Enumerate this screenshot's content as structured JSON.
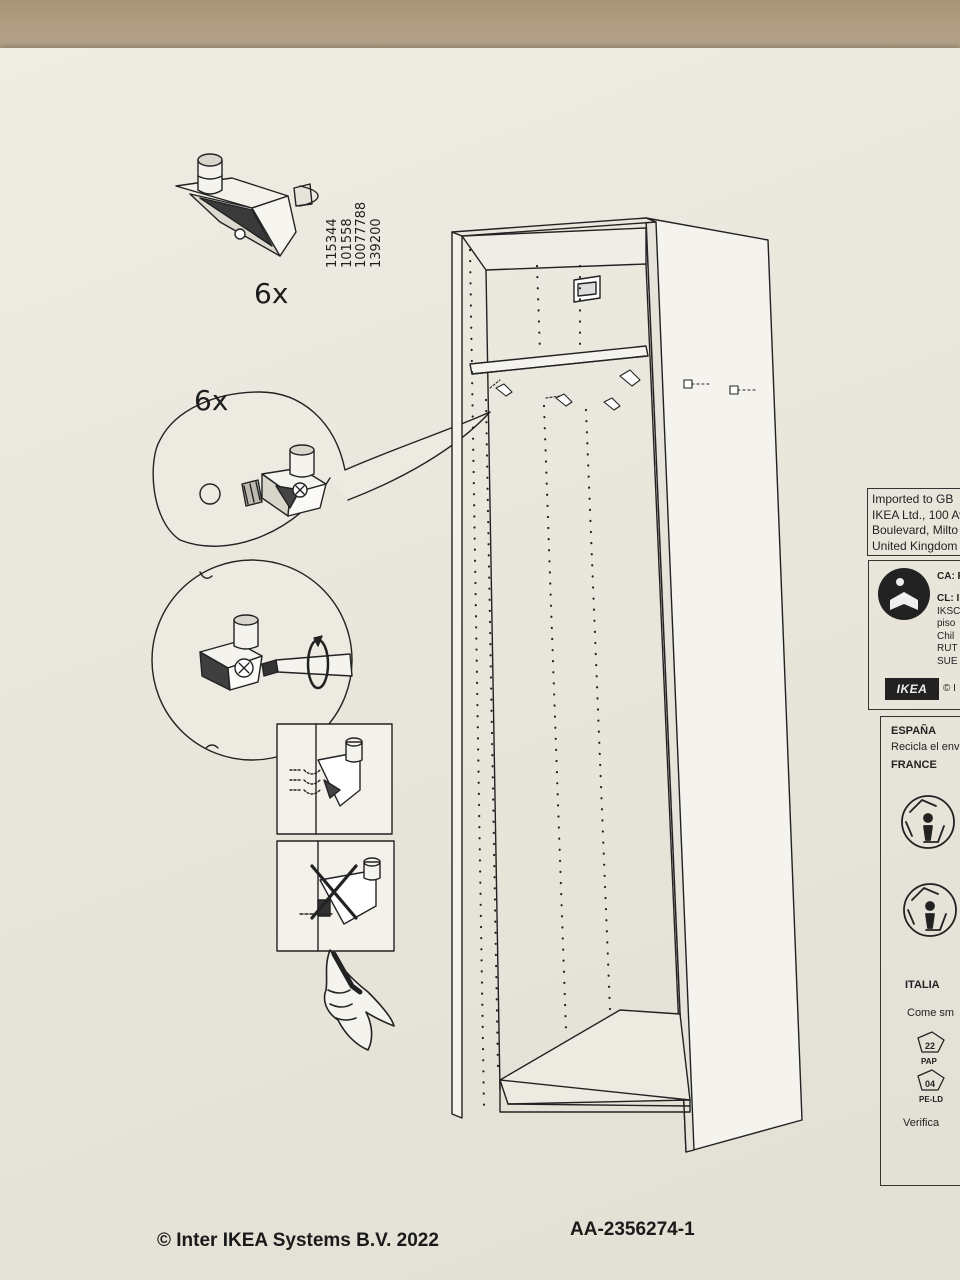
{
  "parts": {
    "quantity_top": "6x",
    "article_numbers": [
      "115344",
      "101558",
      "10077788",
      "139200"
    ],
    "quantity_detail": "6x"
  },
  "footer": {
    "copyright": "© Inter IKEA Systems B.V. 2022",
    "doc_code": "AA-2356274-1"
  },
  "import_label": {
    "lines": [
      "Imported to GB",
      "IKEA Ltd., 100 Av",
      "Boulevard, Milto",
      "United Kingdom"
    ]
  },
  "info_panel": {
    "ca": "CA: F",
    "cl_lines": [
      "CL: I",
      "IKSC",
      "piso",
      "Chil",
      "RUT",
      "SUE"
    ],
    "brand": "IKEA",
    "copy_mark": "© I"
  },
  "recycling": {
    "spain_title": "ESPAÑA",
    "spain_text": "Recicla el env",
    "france_title": "FRANCE",
    "italy_title": "ITALIA",
    "italy_text": "Come sm",
    "code1_number": "22",
    "code1_label": "PAP",
    "code2_number": "04",
    "code2_label": "PE-LD",
    "verify_text": "Verifica"
  }
}
